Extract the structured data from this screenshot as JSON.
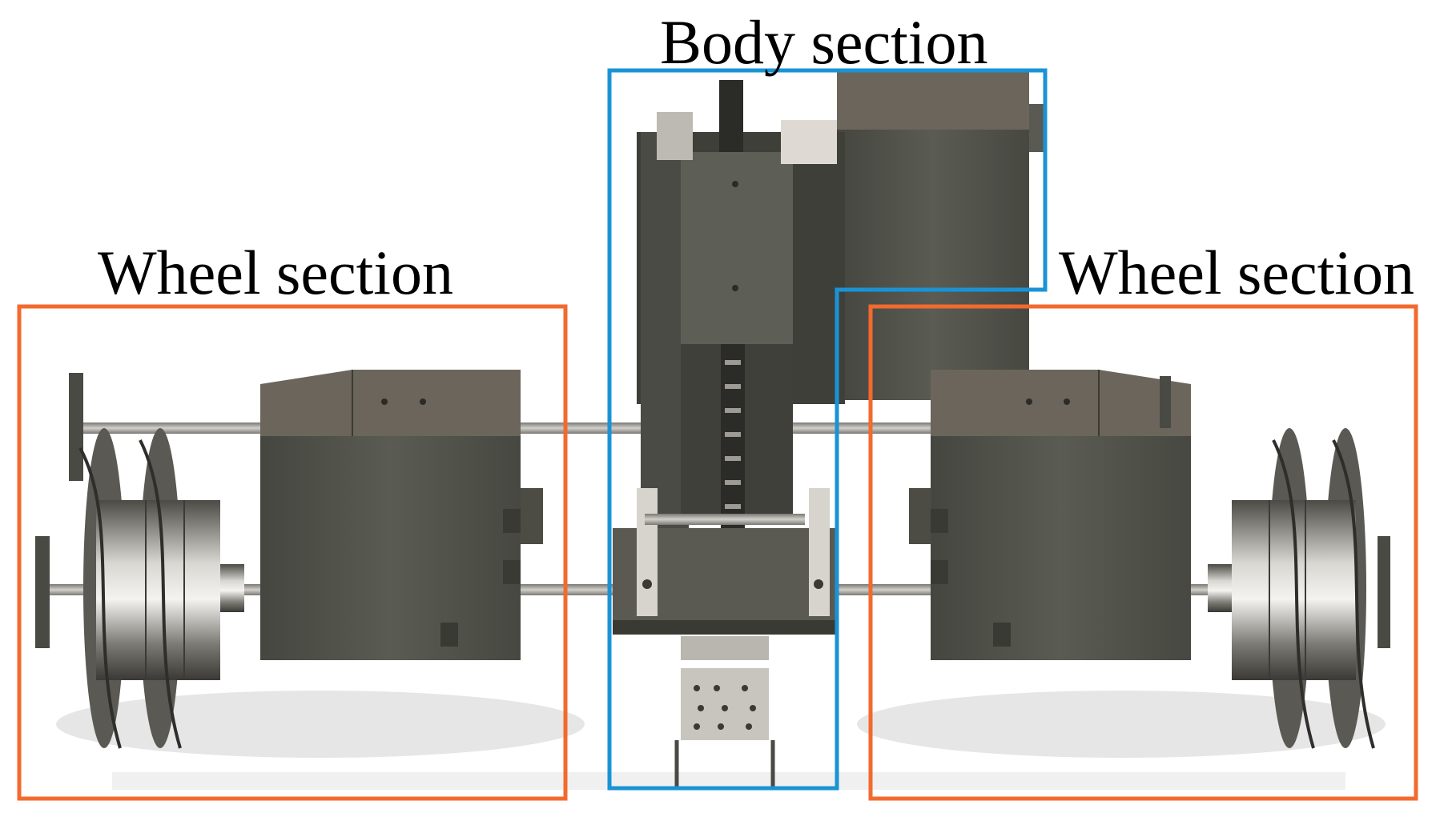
{
  "labels": {
    "body_section": "Body section",
    "wheel_section_left": "Wheel section",
    "wheel_section_right": "Wheel section"
  },
  "colors": {
    "body_outline": "#1a93d6",
    "wheel_outline": "#f26a2e",
    "machine_dark": "#4f5049",
    "machine_top": "#6b655b",
    "metal_light": "#d9d6d0",
    "metal_mid": "#9b9891",
    "shadow": "#e3e3e3"
  }
}
